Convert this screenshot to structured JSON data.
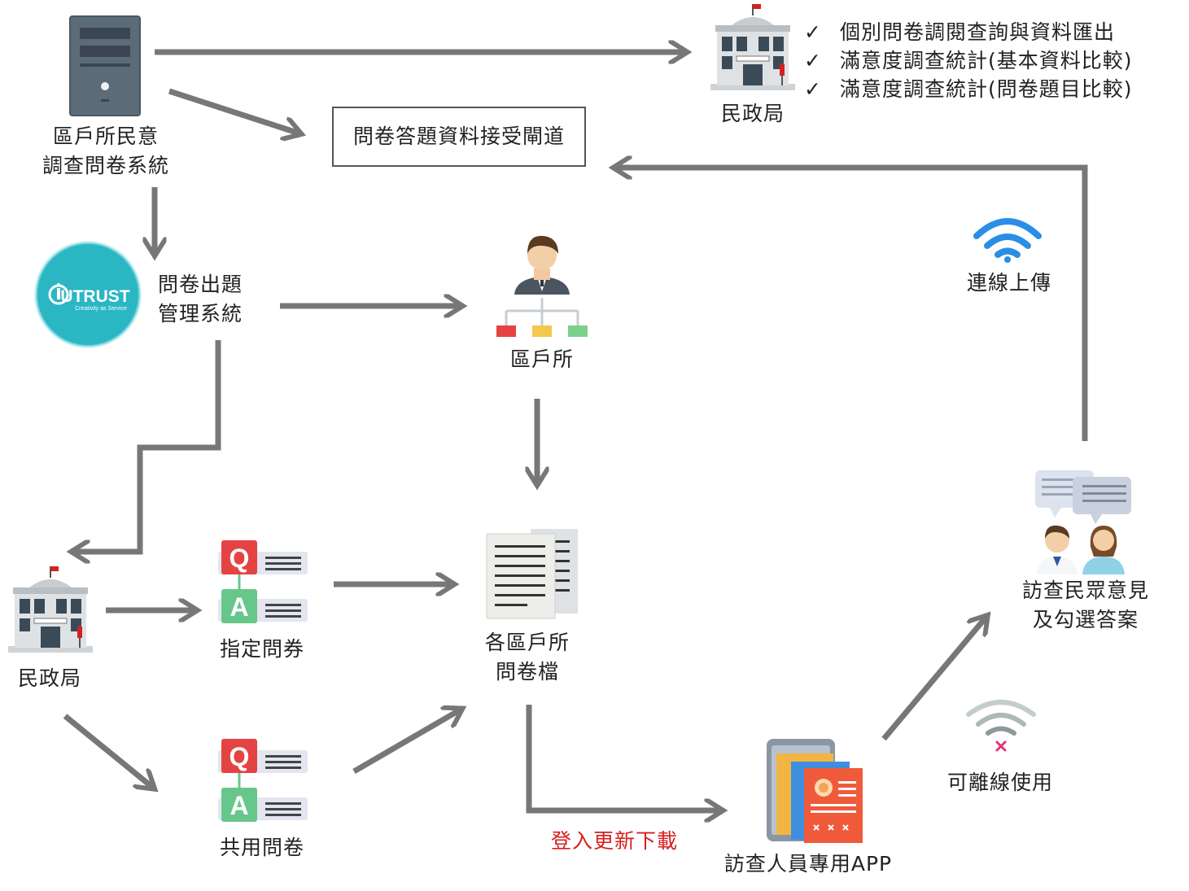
{
  "labels": {
    "district_system_l1": "區戶所民意",
    "district_system_l2": "調查問卷系統",
    "channel": "問卷答題資料接受閘道",
    "civil_bureau_top": "民政局",
    "question_system_l1": "問卷出題",
    "question_system_l2": "管理系統",
    "district_office": "區戶所",
    "upload": "連線上傳",
    "civil_bureau_left": "民政局",
    "assigned_survey": "指定問券",
    "shared_survey": "共用問卷",
    "district_files_l1": "各區戶所",
    "district_files_l2": "問卷檔",
    "interview_l1": "訪查民眾意見",
    "interview_l2": "及勾選答案",
    "offline": "可離線使用",
    "login_update": "登入更新下載",
    "app": "訪查人員專用APP"
  },
  "logo": {
    "brand": "UTRUST",
    "tagline": "Creativity as Service"
  },
  "checks": [
    "個別問卷調閱查詢與資料匯出",
    "滿意度調查統計(基本資料比較)",
    "滿意度調查統計(問卷題目比較)"
  ],
  "colors": {
    "arrow": "#777777",
    "accent_red": "#d62020",
    "logo_teal": "#2bb6c4"
  },
  "icons": [
    "server-icon",
    "government-building-icon",
    "org-chart-icon",
    "documents-icon",
    "qa-icon",
    "wifi-icon",
    "wifi-offline-icon",
    "mobile-app-icon",
    "chat-people-icon"
  ]
}
